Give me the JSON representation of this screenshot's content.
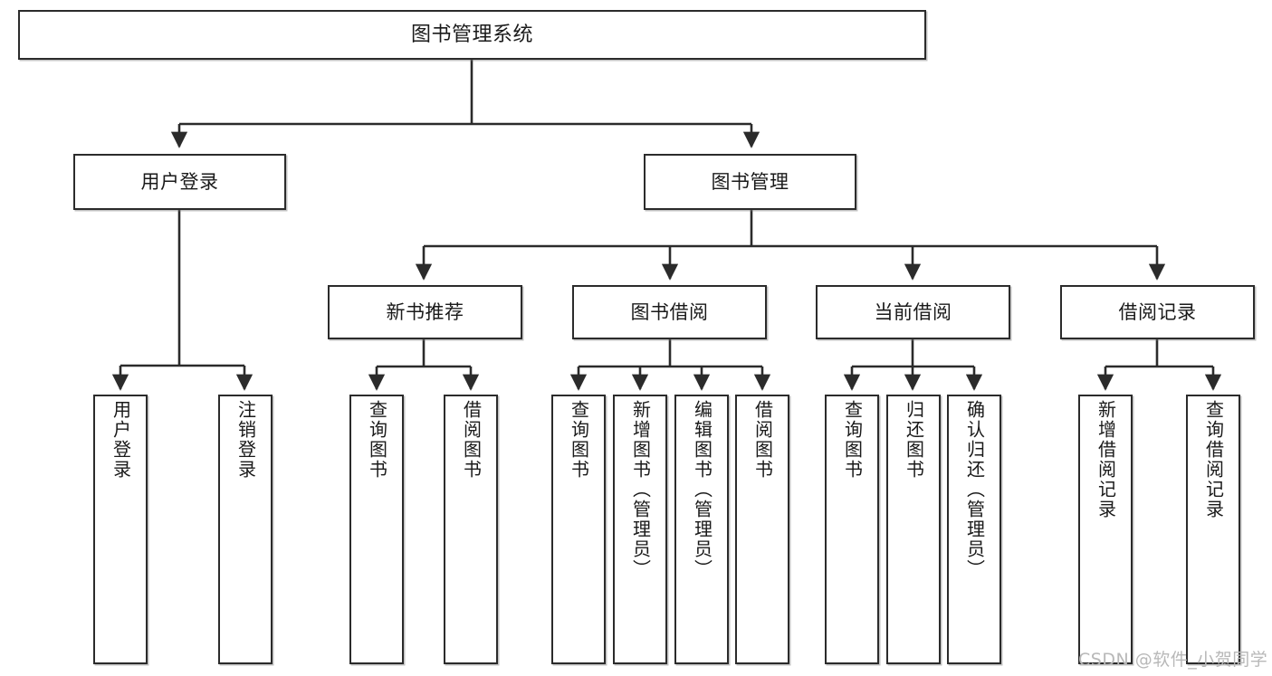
{
  "diagram": {
    "title": "图书管理系统",
    "root": {
      "label": "图书管理系统"
    },
    "level1": [
      {
        "label": "用户登录"
      },
      {
        "label": "图书管理"
      }
    ],
    "level2": [
      {
        "label": "新书推荐"
      },
      {
        "label": "图书借阅"
      },
      {
        "label": "当前借阅"
      },
      {
        "label": "借阅记录"
      }
    ],
    "leaves": {
      "user_login": [
        {
          "label": "用户登录"
        },
        {
          "label": "注销登录"
        }
      ],
      "new_book_recommend": [
        {
          "label": "查询图书"
        },
        {
          "label": "借阅图书"
        }
      ],
      "book_borrow": [
        {
          "label": "查询图书"
        },
        {
          "label": "新增图书（管理员）"
        },
        {
          "label": "编辑图书（管理员）"
        },
        {
          "label": "借阅图书"
        }
      ],
      "current_borrow": [
        {
          "label": "查询图书"
        },
        {
          "label": "归还图书"
        },
        {
          "label": "确认归还（管理员）"
        }
      ],
      "borrow_record": [
        {
          "label": "新增借阅记录"
        },
        {
          "label": "查询借阅记录"
        }
      ]
    }
  },
  "watermark": {
    "text": "CSDN @软件_小贺同学"
  },
  "colors": {
    "stroke": "#2b2b2b",
    "fill": "#ffffff",
    "text": "#1a1a1a",
    "watermark": "#b8b8b8"
  }
}
